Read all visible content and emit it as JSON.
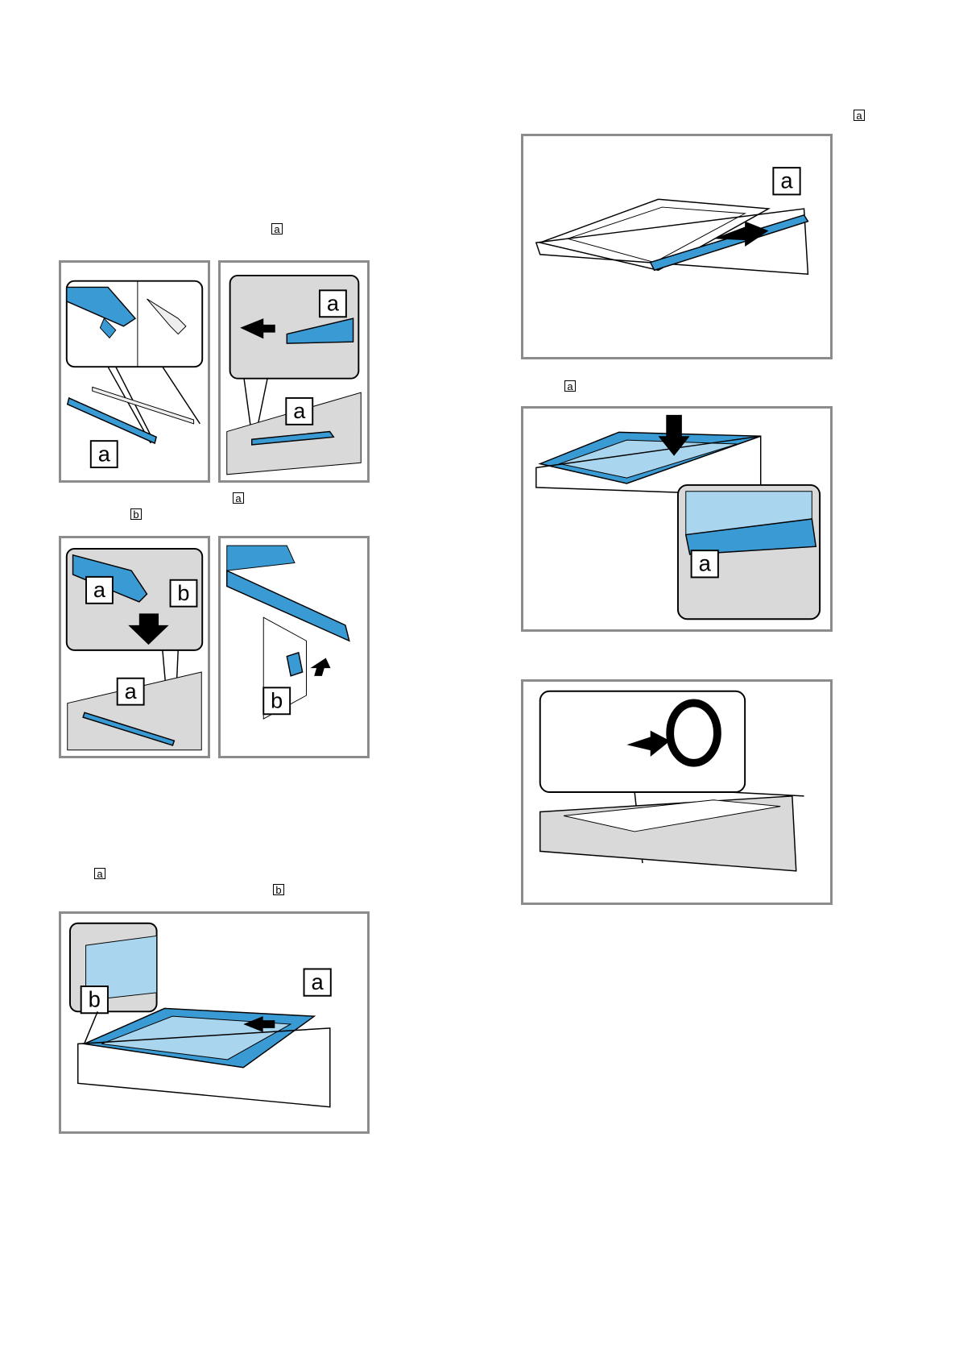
{
  "markers": {
    "step1_a": "a",
    "step2_a": "a",
    "step2_b": "b",
    "step3_a": "a",
    "step3_b": "b",
    "right1_a": "a",
    "right2_a": "a"
  },
  "figure_labels": {
    "fig1_left_a": "a",
    "fig1_right_a_top": "a",
    "fig1_right_a_bottom": "a",
    "fig2_left_a_top": "a",
    "fig2_left_b": "b",
    "fig2_left_a_bottom": "a",
    "fig2_right_b": "b",
    "fig3_b": "b",
    "fig3_a": "a",
    "fig4_a": "a",
    "fig5_a": "a"
  },
  "colors": {
    "part_blue": "#3a9ad3",
    "part_blue_light": "#a9d6ee",
    "frame_gray": "#8c8c8c",
    "detail_gray": "#d9d9d9"
  }
}
